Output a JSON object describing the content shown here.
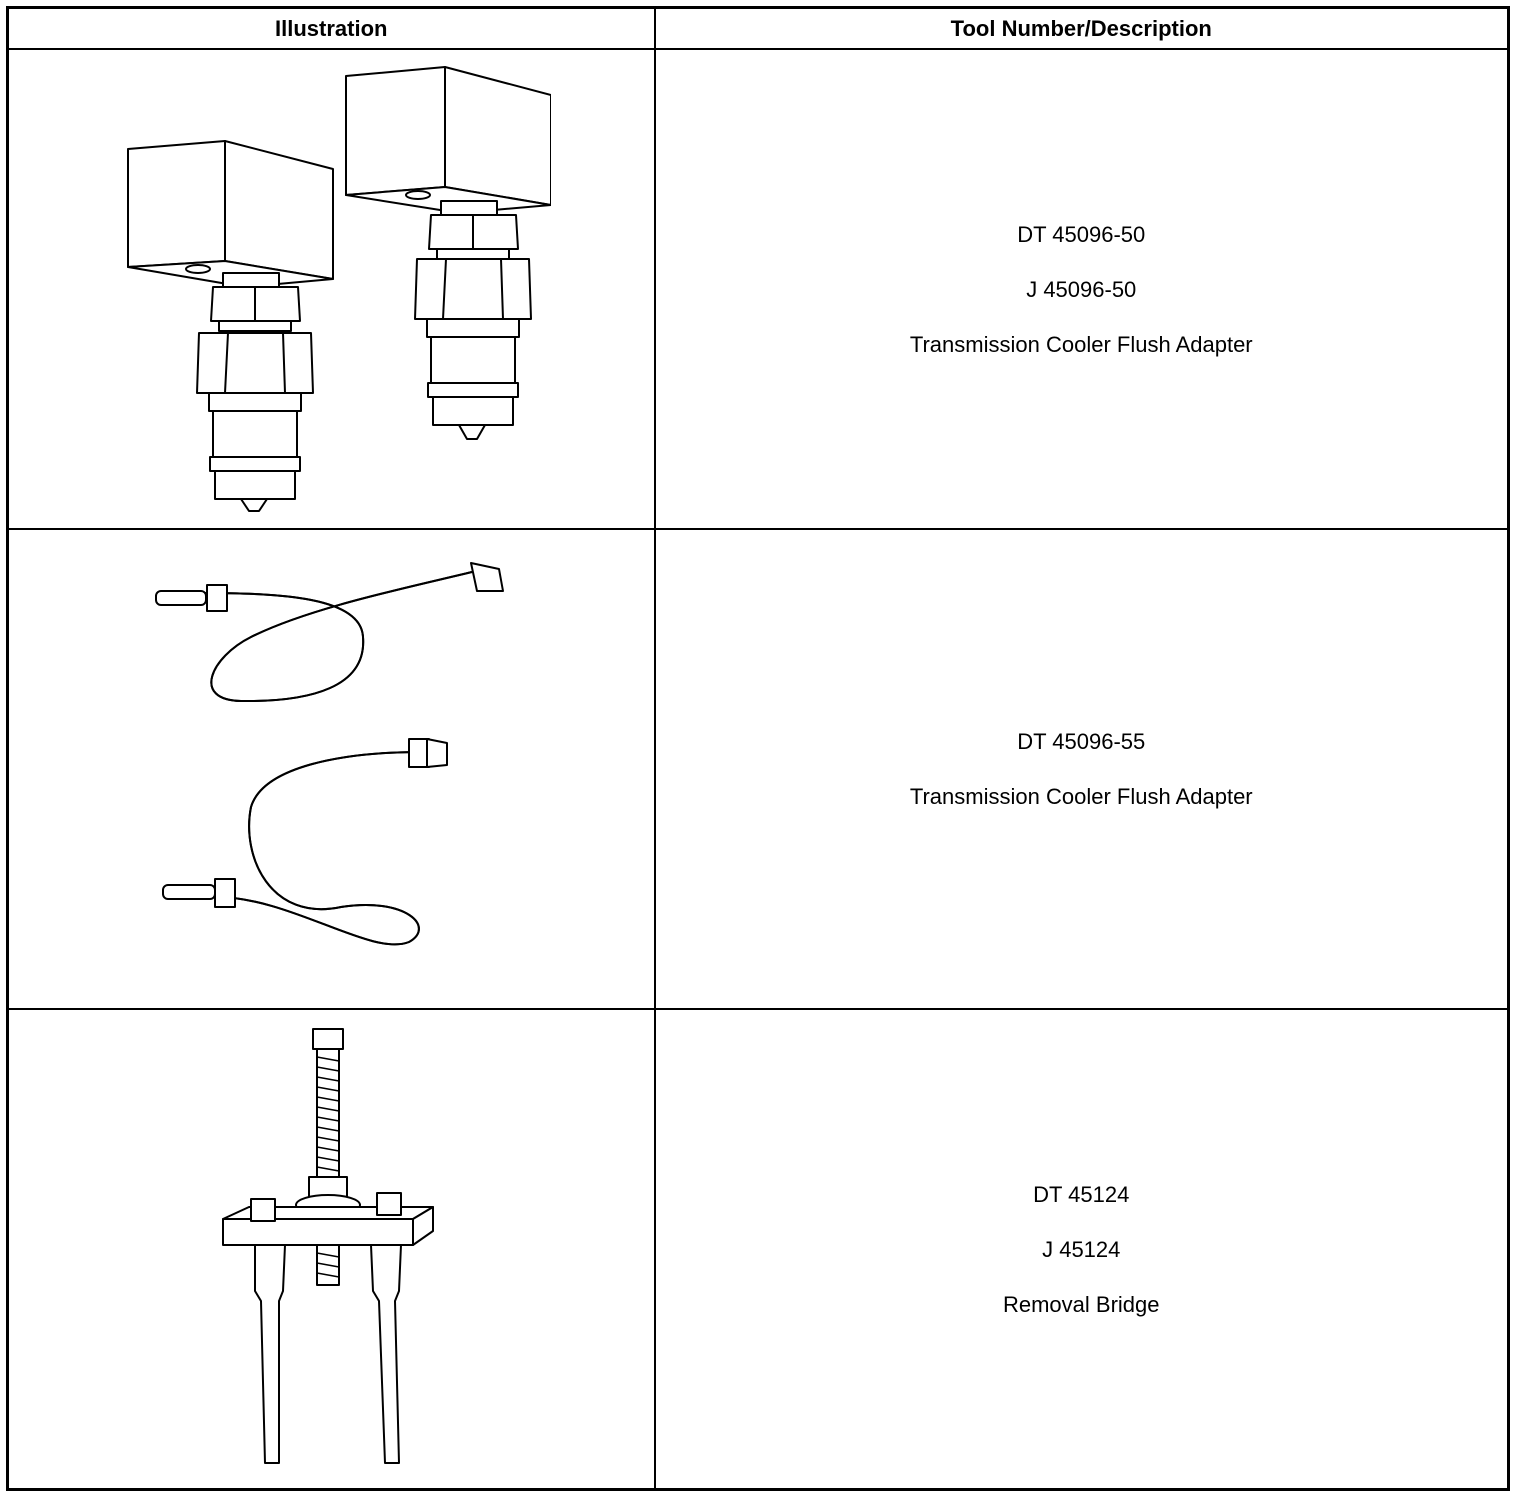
{
  "table": {
    "headers": {
      "illustration": "Illustration",
      "tool": "Tool Number/Description"
    },
    "rows": [
      {
        "illustration_icon": "cooler-flush-adapter-fittings-icon",
        "lines": [
          "DT 45096-50",
          "J 45096-50",
          "Transmission Cooler Flush Adapter"
        ]
      },
      {
        "illustration_icon": "cooler-flush-adapter-hoses-icon",
        "lines": [
          "DT 45096-55",
          "Transmission Cooler Flush Adapter"
        ]
      },
      {
        "illustration_icon": "removal-bridge-icon",
        "lines": [
          "DT 45124",
          "J 45124",
          "Removal Bridge"
        ]
      }
    ]
  }
}
